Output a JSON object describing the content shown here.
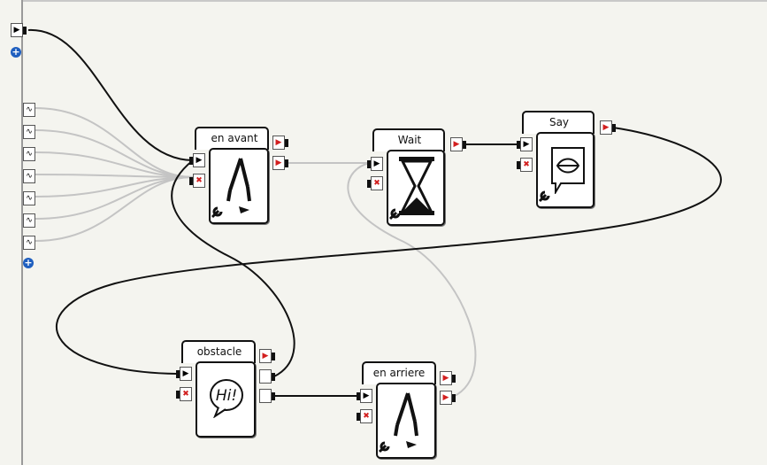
{
  "boxes": {
    "en_avant": {
      "title": "en avant"
    },
    "wait": {
      "title": "Wait"
    },
    "say": {
      "title": "Say"
    },
    "obstacle": {
      "title": "obstacle",
      "bubble_text": "Hi!"
    },
    "en_arriere": {
      "title": "en arriere"
    }
  },
  "icons": {
    "play": "▶",
    "stop": "✖",
    "wave": "∿",
    "add": "+"
  },
  "colors": {
    "wire_dark": "#111111",
    "wire_light": "#c4c4c4",
    "stop_red": "#d21f1f",
    "add_blue": "#1f5fbf"
  }
}
